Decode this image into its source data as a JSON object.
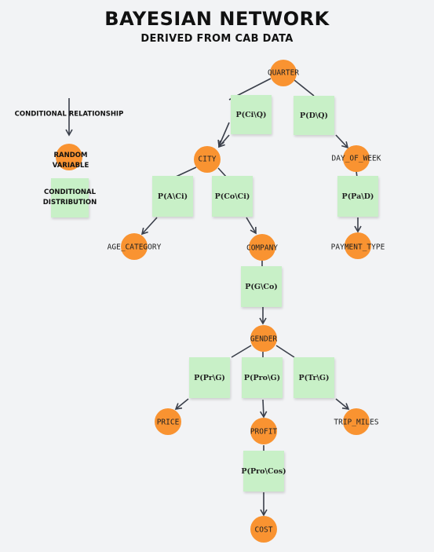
{
  "title": "BAYESIAN NETWORK",
  "subtitle": "DERIVED FROM CAB DATA",
  "legend": {
    "arrow_label": "CONDITIONAL RELATIONSHIP",
    "node_label_line1": "RANDOM",
    "node_label_line2": "VARIABLE",
    "box_label_line1": "CONDITIONAL",
    "box_label_line2": "DISTRIBUTION"
  },
  "nodes": {
    "quarter": "QUARTER",
    "city": "CITY",
    "day_of_week": "DAY_OF_WEEK",
    "age_category": "AGE_CATEGORY",
    "company": "COMPANY",
    "payment_type": "PAYMENT_TYPE",
    "gender": "GENDER",
    "price": "PRICE",
    "profit": "PROFIT",
    "trip_miles": "TRIP_MILES",
    "cost": "COST"
  },
  "distributions": {
    "ci_q": "P(Ci\\Q)",
    "d_q": "P(D\\Q)",
    "a_ci": "P(A\\Ci)",
    "co_ci": "P(Co\\Ci)",
    "pa_d": "P(Pa\\D)",
    "g_co": "P(G\\Co)",
    "pr_g": "P(Pr\\G)",
    "pro_g": "P(Pro\\G)",
    "tr_g": "P(Tr\\G)",
    "pro_cos": "P(Pro\\Cos)"
  },
  "colors": {
    "node": "#f99331",
    "distribution": "#c8f0c7",
    "edge": "#3a3f4a",
    "background": "#f2f3f5"
  }
}
